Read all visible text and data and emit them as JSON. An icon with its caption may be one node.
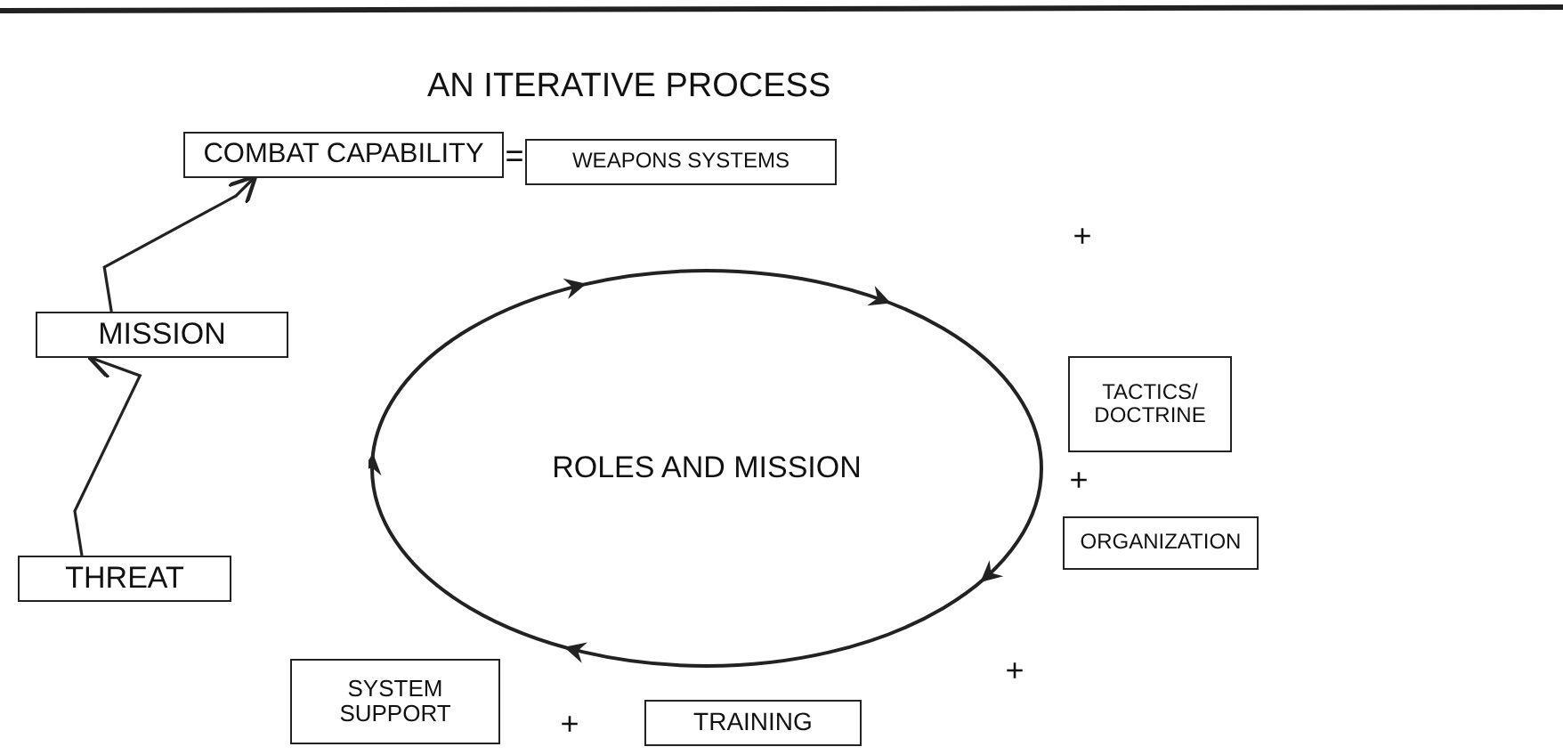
{
  "diagram": {
    "title": "AN ITERATIVE PROCESS",
    "nodes": [
      {
        "text": [
          "COMBAT CAPABILITY"
        ]
      },
      {
        "text": [
          "WEAPONS SYSTEMS"
        ]
      },
      {
        "text": [
          "MISSION"
        ]
      },
      {
        "text": [
          "ROLES AND MISSION"
        ]
      },
      {
        "text": [
          "TACTICS/ DOCTRINE"
        ]
      },
      {
        "text": [
          "THREAT"
        ]
      },
      {
        "text": [
          "ORGANIZATION"
        ]
      },
      {
        "text": [
          "SYSTEM SUPPORT"
        ]
      },
      {
        "text": [
          "TRAINING"
        ]
      }
    ],
    "edges": [
      {
        "from": 5,
        "to": 2,
        "arrow": "to"
      },
      {
        "from": 2,
        "to": 0,
        "arrow": "to"
      }
    ],
    "labels": [
      "=",
      "+",
      "+",
      "+",
      "+"
    ]
  }
}
